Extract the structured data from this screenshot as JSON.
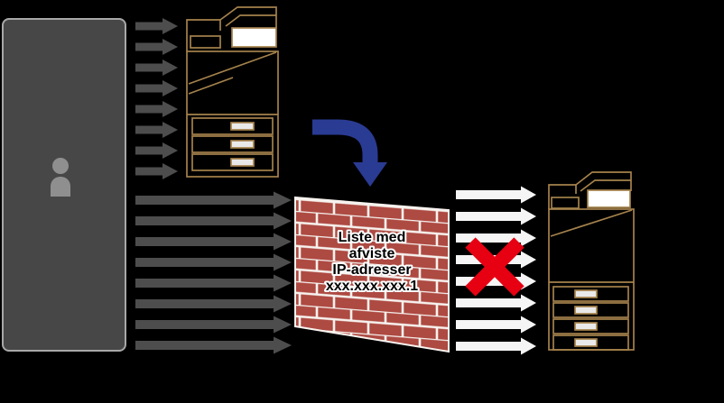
{
  "wall": {
    "label_lines": [
      "Liste med",
      "afviste",
      "IP-adresser",
      "xxx.xxx.xxx.1"
    ]
  },
  "icons": {
    "person": "person-silhouette",
    "printer_top": "multifunction-printer",
    "printer_right": "multifunction-printer",
    "firewall": "brick-wall",
    "blocked": "red-cross",
    "traffic": "right-arrow",
    "redirect": "curved-down-arrow"
  },
  "colors": {
    "background": "#000000",
    "panel_fill": "#474747",
    "panel_border": "#a8a8a8",
    "person": "#8f8f8f",
    "printer_outline": "#a5824c",
    "screen_fill": "#ffffff",
    "handle_fill": "#e9e9e9",
    "dark_arrow": "#4d4d4d",
    "white_arrow": "#f5f5f5",
    "blue_arrow": "#2a3b93",
    "brick": "#ad4a42",
    "mortar": "#f7f2ee",
    "cross": "#e60012",
    "wall_text": "#000000",
    "wall_text_outline": "#ffffff"
  }
}
